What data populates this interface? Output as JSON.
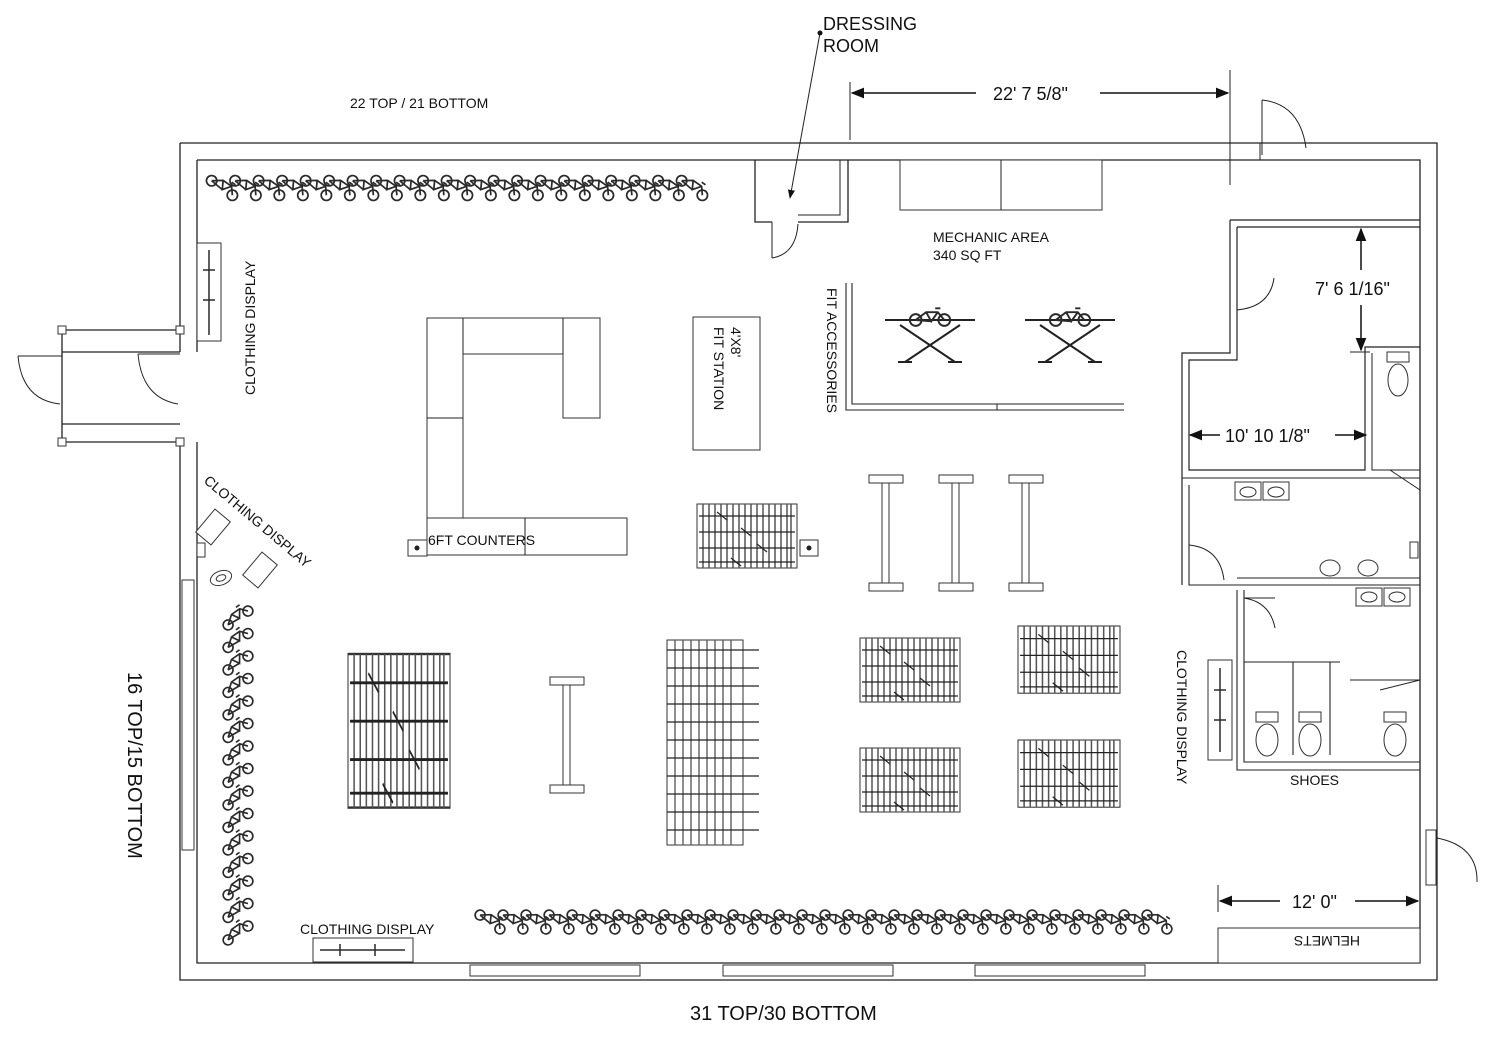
{
  "labels": {
    "dressing_room_1": "DRESSING",
    "dressing_room_2": "ROOM",
    "top_count": "22 TOP / 21 BOTTOM",
    "mechanic_area_1": "MECHANIC AREA",
    "mechanic_area_2": "340 SQ FT",
    "fit_accessories": "FIT ACCESSORIES",
    "fit_station_1": "4'X8'",
    "fit_station_2": "FIT STATION",
    "clothing_display_left": "CLOTHING DISPLAY",
    "clothing_display_diag": "CLOTHING DISPLAY",
    "clothing_display_bottom": "CLOTHING DISPLAY",
    "clothing_display_right": "CLOTHING DISPLAY",
    "counters": "6FT COUNTERS",
    "left_count": "16 TOP/15 BOTTOM",
    "bottom_count": "31 TOP/30 BOTTOM",
    "shoes": "SHOES",
    "helmets": "HELMETS"
  },
  "dimensions": {
    "mechanic_width": "22' 7 5/8\"",
    "restroom_height": "7' 6 1/16\"",
    "restroom_width": "10' 10 1/8\"",
    "helmet_width": "12' 0\""
  }
}
